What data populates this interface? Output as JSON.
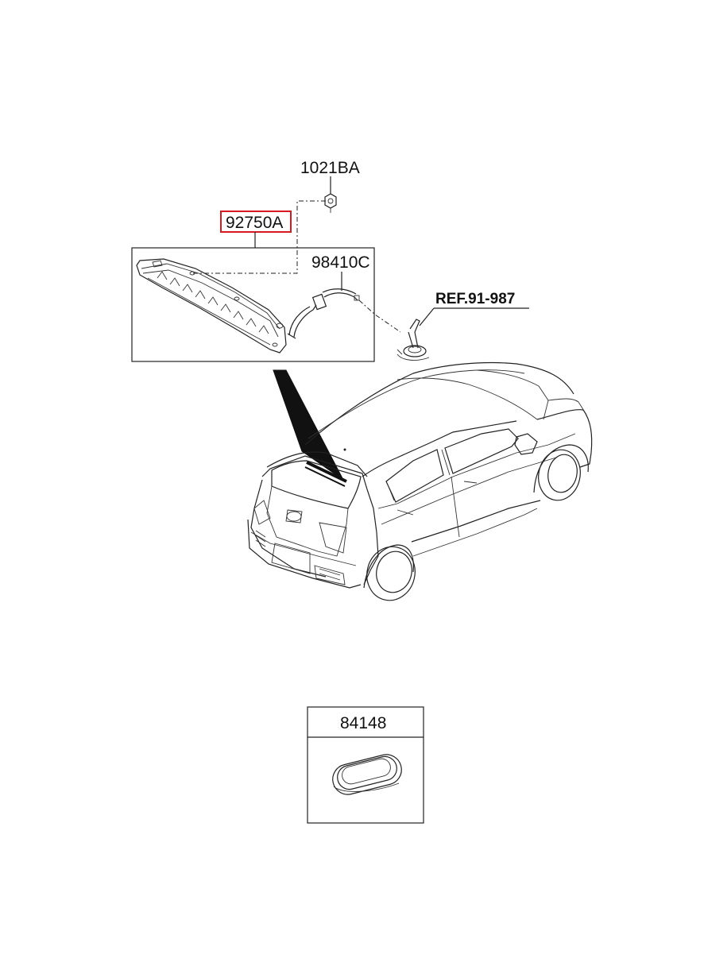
{
  "parts": {
    "bolt_label": "1021BA",
    "lamp_label": "92750A",
    "hose_label": "98410C",
    "ref_label": "REF.91-987",
    "plug_label": "84148"
  },
  "colors": {
    "highlight": "#d71920",
    "line": "#222222",
    "background": "#ffffff"
  }
}
